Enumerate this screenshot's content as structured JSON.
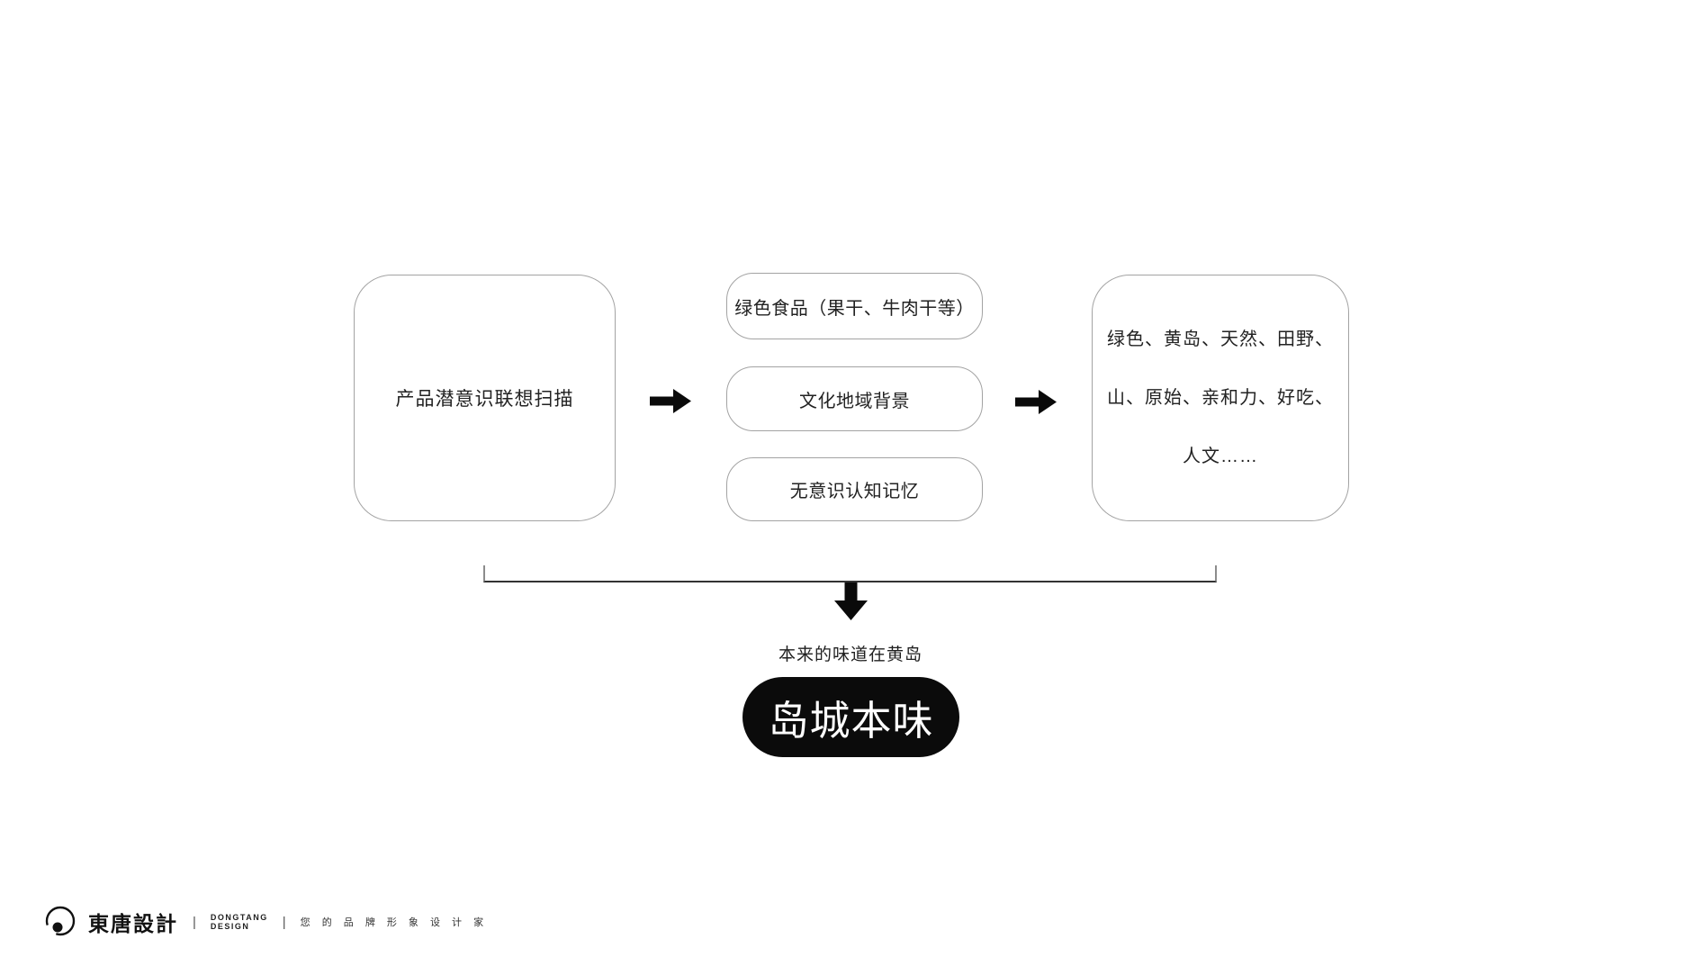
{
  "diagram": {
    "left_box": {
      "label": "产品潜意识联想扫描"
    },
    "middle_boxes": [
      {
        "label": "绿色食品（果干、牛肉干等）"
      },
      {
        "label": "文化地域背景"
      },
      {
        "label": "无意识认知记忆"
      }
    ],
    "right_box": {
      "lines": [
        "绿色、黄岛、天然、田野、",
        "山、原始、亲和力、好吃、",
        "人文……"
      ]
    },
    "conclusion": {
      "caption": "本来的味道在黄岛",
      "badge": "岛城本味"
    }
  },
  "footer": {
    "logo_cn": "東唐設計",
    "divider": "|",
    "logo_en_line1": "DONGTANG",
    "logo_en_line2": "DESIGN",
    "tagline": "您 的 品 牌 形 象 设 计 家"
  },
  "colors": {
    "box_border": "#a3a3a3",
    "text": "#222222",
    "arrow_black": "#0a0a0a",
    "badge_background": "#0b0b0b",
    "badge_text": "#ffffff"
  }
}
